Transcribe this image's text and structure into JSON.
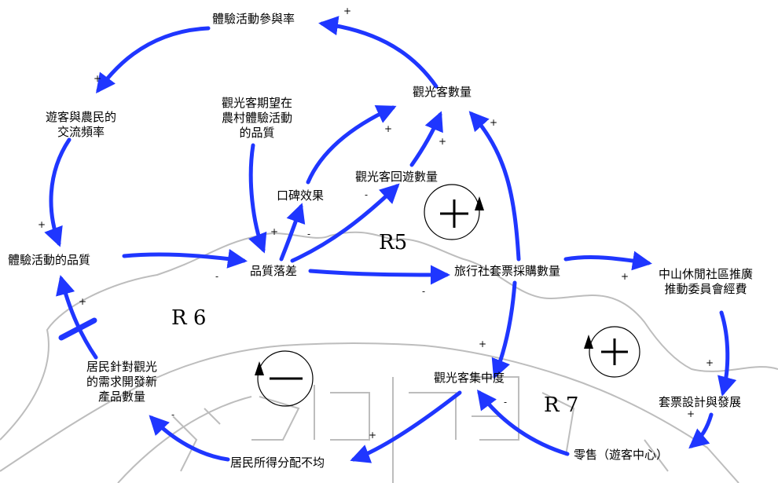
{
  "nodes": {
    "participation_rate": "體驗活動參與率",
    "tourist_count": "觀光客數量",
    "visitor_farmer_freq": [
      "遊客與農民的",
      "交流頻率"
    ],
    "expectation": [
      "觀光客期望在",
      "農村體驗活動",
      "的品質"
    ],
    "word_of_mouth": "口碑效果",
    "revisit_count": "觀光客回遊數量",
    "experience_quality": "體驗活動的品質",
    "quality_gap": "品質落差",
    "agency_package": "旅行社套票採購數量",
    "committee_budget": [
      "中山休閒社區推廣",
      "推動委員會經費"
    ],
    "resident_products": [
      "居民針對觀光",
      "的需求開發新",
      "產品數量"
    ],
    "tourist_concentration": "觀光客集中度",
    "package_design": "套票設計與發展",
    "income_inequality": "居民所得分配不均",
    "retail_center": "零售（遊客中心）"
  },
  "loops": {
    "r5": "R5",
    "r6": "R 6",
    "r7": "R 7"
  },
  "polarity": {
    "plus": "+",
    "minus": "-"
  },
  "colors": {
    "link": "#1f36ff",
    "watermark": "#bdbdbd",
    "bar": "#1f36ff"
  }
}
